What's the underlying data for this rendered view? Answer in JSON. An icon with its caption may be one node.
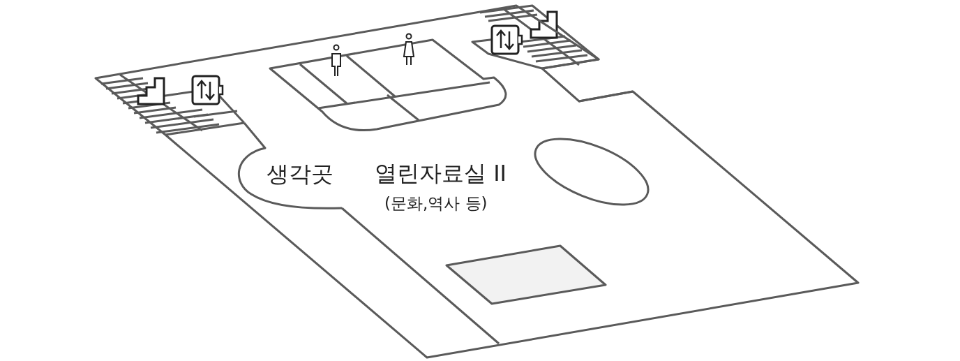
{
  "diagram": {
    "nodes": [
      {
        "text": [
          "열린자료실 II",
          "(문화,역사 등)"
        ]
      },
      {
        "text": [
          "생각곳"
        ],
        "in": 0
      }
    ]
  }
}
